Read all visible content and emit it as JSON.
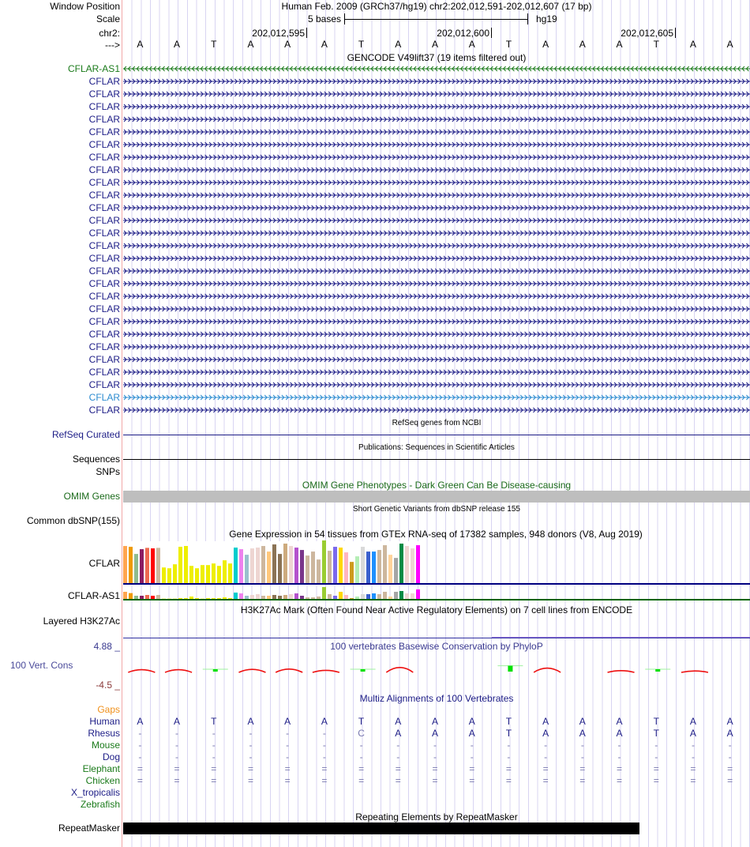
{
  "ruler": {
    "labels": {
      "window_position": "Window Position",
      "scale": "Scale",
      "chrom": "chr2:",
      "strand": "--->"
    },
    "title": "Human Feb. 2009 (GRCh37/hg19)   chr2:202,012,591-202,012,607 (17 bp)",
    "scale_text": "5 bases",
    "assembly": "hg19",
    "positions": [
      "202,012,595",
      "202,012,600",
      "202,012,605"
    ],
    "bases": [
      "A",
      "A",
      "T",
      "A",
      "A",
      "A",
      "T",
      "A",
      "A",
      "A",
      "T",
      "A",
      "A",
      "A",
      "T",
      "A",
      "A"
    ]
  },
  "gencode": {
    "title": "GENCODE V49lift37 (19 items filtered out)",
    "genes": [
      {
        "name": "CFLAR-AS1",
        "strand": "-",
        "color": "#1a7a1a"
      },
      {
        "name": "CFLAR",
        "strand": "+",
        "color": "#1c1c86"
      },
      {
        "name": "CFLAR",
        "strand": "+",
        "color": "#1c1c86"
      },
      {
        "name": "CFLAR",
        "strand": "+",
        "color": "#1c1c86"
      },
      {
        "name": "CFLAR",
        "strand": "+",
        "color": "#1c1c86"
      },
      {
        "name": "CFLAR",
        "strand": "+",
        "color": "#1c1c86"
      },
      {
        "name": "CFLAR",
        "strand": "+",
        "color": "#1c1c86"
      },
      {
        "name": "CFLAR",
        "strand": "+",
        "color": "#1c1c86"
      },
      {
        "name": "CFLAR",
        "strand": "+",
        "color": "#1c1c86"
      },
      {
        "name": "CFLAR",
        "strand": "+",
        "color": "#1c1c86"
      },
      {
        "name": "CFLAR",
        "strand": "+",
        "color": "#1c1c86"
      },
      {
        "name": "CFLAR",
        "strand": "+",
        "color": "#1c1c86"
      },
      {
        "name": "CFLAR",
        "strand": "+",
        "color": "#1c1c86"
      },
      {
        "name": "CFLAR",
        "strand": "+",
        "color": "#1c1c86"
      },
      {
        "name": "CFLAR",
        "strand": "+",
        "color": "#1c1c86"
      },
      {
        "name": "CFLAR",
        "strand": "+",
        "color": "#1c1c86"
      },
      {
        "name": "CFLAR",
        "strand": "+",
        "color": "#1c1c86"
      },
      {
        "name": "CFLAR",
        "strand": "+",
        "color": "#1c1c86"
      },
      {
        "name": "CFLAR",
        "strand": "+",
        "color": "#1c1c86"
      },
      {
        "name": "CFLAR",
        "strand": "+",
        "color": "#1c1c86"
      },
      {
        "name": "CFLAR",
        "strand": "+",
        "color": "#1c1c86"
      },
      {
        "name": "CFLAR",
        "strand": "+",
        "color": "#1c1c86"
      },
      {
        "name": "CFLAR",
        "strand": "+",
        "color": "#1c1c86"
      },
      {
        "name": "CFLAR",
        "strand": "+",
        "color": "#1c1c86"
      },
      {
        "name": "CFLAR",
        "strand": "+",
        "color": "#1c1c86"
      },
      {
        "name": "CFLAR",
        "strand": "+",
        "color": "#1c1c86"
      },
      {
        "name": "CFLAR",
        "strand": "+",
        "color": "#2b8bd0"
      },
      {
        "name": "CFLAR",
        "strand": "+",
        "color": "#1c1c86"
      }
    ]
  },
  "refseq": {
    "title": "RefSeq genes from NCBI",
    "label": "RefSeq Curated"
  },
  "publications": {
    "title": "Publications: Sequences in Scientific Articles",
    "label": "Sequences"
  },
  "snps_label": "SNPs",
  "omim": {
    "title": "OMIM Gene Phenotypes - Dark Green Can Be Disease-causing",
    "label": "OMIM Genes"
  },
  "dbsnp": {
    "title": "Short Genetic Variants from dbSNP release 155",
    "label": "Common dbSNP(155)"
  },
  "gtex": {
    "title": "Gene Expression in 54 tissues from GTEx RNA-seq of 17382 samples, 948 donors (V8, Aug 2019)",
    "colors": [
      "#FFA54F",
      "#EE9A00",
      "#8FBC8F",
      "#8B1C62",
      "#EE6A50",
      "#FF0000",
      "#CDB79E",
      "#EEEE00",
      "#EEEE00",
      "#EEEE00",
      "#EEEE00",
      "#EEEE00",
      "#EEEE00",
      "#EEEE00",
      "#EEEE00",
      "#EEEE00",
      "#EEEE00",
      "#EEEE00",
      "#EEEE00",
      "#EEEE00",
      "#00CDCD",
      "#EE82EE",
      "#9AC0CD",
      "#EED5D2",
      "#EED5D2",
      "#CDB79E",
      "#FFC87C",
      "#8B7355",
      "#8B7355",
      "#CDAA7D",
      "#EED5D2",
      "#B452CD",
      "#7A378B",
      "#CDB79E",
      "#CDB79E",
      "#CDB79E",
      "#9ACD32",
      "#CDB79E",
      "#7B68EE",
      "#FFD700",
      "#FFB6C1",
      "#CD9B1D",
      "#B4EEB4",
      "#D9D9D9",
      "#3A5FCD",
      "#1E90FF",
      "#CDB79E",
      "#CDB79E",
      "#FFD39B",
      "#A6A6A6",
      "#008B45",
      "#EED5D2",
      "#EED5D2",
      "#FF00FF"
    ],
    "genes": [
      {
        "name": "CFLAR",
        "line_color": "#000080",
        "values": [
          140,
          137,
          110,
          128,
          133,
          131,
          133,
          59,
          56,
          71,
          137,
          140,
          65,
          56,
          68,
          68,
          74,
          65,
          86,
          74,
          134,
          128,
          107,
          131,
          134,
          140,
          119,
          146,
          110,
          149,
          140,
          134,
          125,
          104,
          119,
          89,
          161,
          122,
          137,
          134,
          116,
          80,
          101,
          137,
          119,
          119,
          125,
          143,
          107,
          95,
          149,
          140,
          131,
          143
        ]
      },
      {
        "name": "CFLAR-AS1",
        "line_color": "#006400",
        "values": [
          27,
          22,
          12,
          12,
          15,
          12,
          15,
          1,
          1,
          1,
          3,
          3,
          9,
          3,
          1,
          3,
          3,
          3,
          6,
          3,
          24,
          21,
          12,
          15,
          18,
          12,
          12,
          15,
          12,
          15,
          18,
          21,
          12,
          6,
          6,
          9,
          45,
          18,
          12,
          27,
          15,
          3,
          9,
          18,
          18,
          21,
          18,
          27,
          9,
          27,
          30,
          21,
          21,
          36
        ]
      }
    ]
  },
  "h3k27ac": {
    "title": "H3K27Ac Mark (Often Found Near Active Regulatory Elements) on 7 cell lines from ENCODE",
    "label": "Layered H3K27Ac"
  },
  "phylop": {
    "title": "100 vertebrates Basewise Conservation by PhyloP",
    "label": "100 Vert. Cons",
    "ymax": "4.88 _",
    "ymin": "-4.5 _",
    "scores": [
      -0.6,
      -0.6,
      0.3,
      -0.7,
      -0.8,
      -0.4,
      0.2,
      -1.3,
      null,
      null,
      1.6,
      -1.1,
      null,
      -0.3,
      0.2,
      -0.1,
      null
    ]
  },
  "multiz": {
    "title": "Multiz Alignments of 100 Vertebrates",
    "gaps_label": "Gaps",
    "species": [
      {
        "name": "Human",
        "color": "#1c1c86",
        "seq": [
          "A",
          "A",
          "T",
          "A",
          "A",
          "A",
          "T",
          "A",
          "A",
          "A",
          "T",
          "A",
          "A",
          "A",
          "T",
          "A",
          "A"
        ]
      },
      {
        "name": "Rhesus",
        "color": "#1c1c86",
        "seq": [
          "-",
          "-",
          "-",
          "-",
          "-",
          "-",
          "C",
          "A",
          "A",
          "A",
          "T",
          "A",
          "A",
          "A",
          "T",
          "A",
          "A"
        ]
      },
      {
        "name": "Mouse",
        "color": "#1a7a1a",
        "seq": [
          "-",
          "-",
          "-",
          "-",
          "-",
          "-",
          "-",
          "-",
          "-",
          "-",
          "-",
          "-",
          "-",
          "-",
          "-",
          "-",
          "-"
        ]
      },
      {
        "name": "Dog",
        "color": "#1c1c86",
        "seq": [
          "-",
          "-",
          "-",
          "-",
          "-",
          "-",
          "-",
          "-",
          "-",
          "-",
          "-",
          "-",
          "-",
          "-",
          "-",
          "-",
          "-"
        ]
      },
      {
        "name": "Elephant",
        "color": "#1a7a1a",
        "seq": [
          "=",
          "=",
          "=",
          "=",
          "=",
          "=",
          "=",
          "=",
          "=",
          "=",
          "=",
          "=",
          "=",
          "=",
          "=",
          "=",
          "="
        ]
      },
      {
        "name": "Chicken",
        "color": "#1a7a1a",
        "seq": [
          "=",
          "=",
          "=",
          "=",
          "=",
          "=",
          "=",
          "=",
          "=",
          "=",
          "=",
          "=",
          "=",
          "=",
          "=",
          "=",
          "="
        ]
      },
      {
        "name": "X_tropicalis",
        "color": "#1c1c86",
        "seq": []
      },
      {
        "name": "Zebrafish",
        "color": "#1a7a1a",
        "seq": []
      }
    ]
  },
  "repeatmasker": {
    "title": "Repeating Elements by RepeatMasker",
    "label": "RepeatMasker",
    "coverage_bases": 14
  }
}
